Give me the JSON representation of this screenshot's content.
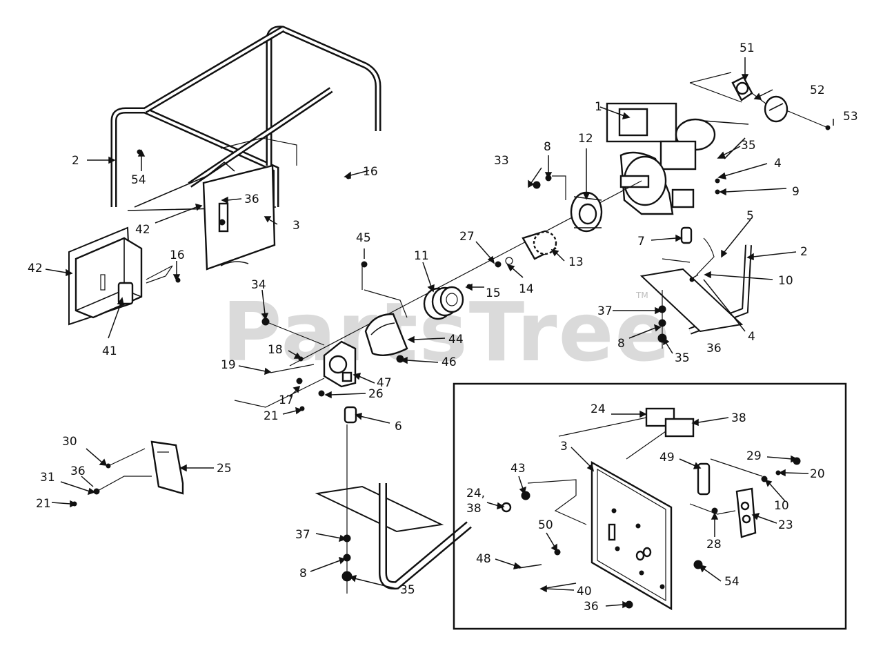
{
  "watermark": {
    "text": "PartsTree",
    "trademark": "TM"
  },
  "callouts": {
    "c1": "1",
    "c2a": "2",
    "c2b": "2",
    "c3a": "3",
    "c3b": "3",
    "c4a": "4",
    "c4b": "4",
    "c5": "5",
    "c6": "6",
    "c7": "7",
    "c8a": "8",
    "c8b": "8",
    "c8c": "8",
    "c9": "9",
    "c10a": "10",
    "c10b": "10",
    "c11": "11",
    "c12": "12",
    "c13": "13",
    "c14": "14",
    "c15": "15",
    "c16a": "16",
    "c16b": "16",
    "c17": "17",
    "c18": "18",
    "c19": "19",
    "c20": "20",
    "c21a": "21",
    "c21b": "21",
    "c23": "23",
    "c24": "24",
    "c24b": "24,",
    "c38c": "38",
    "c25": "25",
    "c26": "26",
    "c27": "27",
    "c28": "28",
    "c29": "29",
    "c30": "30",
    "c31": "31",
    "c33": "33",
    "c34": "34",
    "c35a": "35",
    "c35b": "35",
    "c35c": "35",
    "c36a": "36",
    "c36b": "36",
    "c36c": "36",
    "c36d": "36",
    "c37a": "37",
    "c37b": "37",
    "c38a": "38",
    "c40": "40",
    "c41": "41",
    "c42a": "42",
    "c42b": "42",
    "c43": "43",
    "c44": "44",
    "c45": "45",
    "c46": "46",
    "c47": "47",
    "c48": "48",
    "c49": "49",
    "c50": "50",
    "c51": "51",
    "c52": "52",
    "c53": "53",
    "c54a": "54",
    "c54b": "54"
  }
}
